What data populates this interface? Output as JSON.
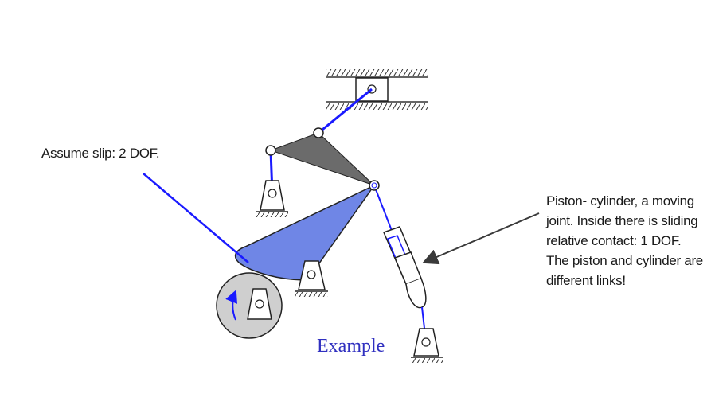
{
  "annotations": {
    "slip_note": "Assume slip: 2 DOF.",
    "piston_note": "Piston- cylinder, a moving joint.  Inside there is sliding relative contact: 1 DOF.  The piston and cylinder are different links!",
    "caption": "Example"
  },
  "colors": {
    "link_blue": "#1a1aff",
    "coupler_gray": "#6b6b6b",
    "cam_fill": "#6f86e6",
    "wheel_fill": "#cfcfcf",
    "arrow_gray": "#3a3a3a",
    "caption_blue": "#3030c0"
  },
  "elements": {
    "ground_pivots": [
      "fixed-pivot-left",
      "fixed-pivot-center",
      "fixed-pivot-wheel",
      "fixed-pivot-bottom-right"
    ],
    "links": [
      "slider-link",
      "gray-ternary-link",
      "left-rocker",
      "blue-cam-link",
      "piston",
      "cylinder",
      "gray-wheel"
    ],
    "joints": [
      "slider-block",
      "pin-joints",
      "piston-cylinder-joint",
      "cam-wheel-contact"
    ]
  }
}
